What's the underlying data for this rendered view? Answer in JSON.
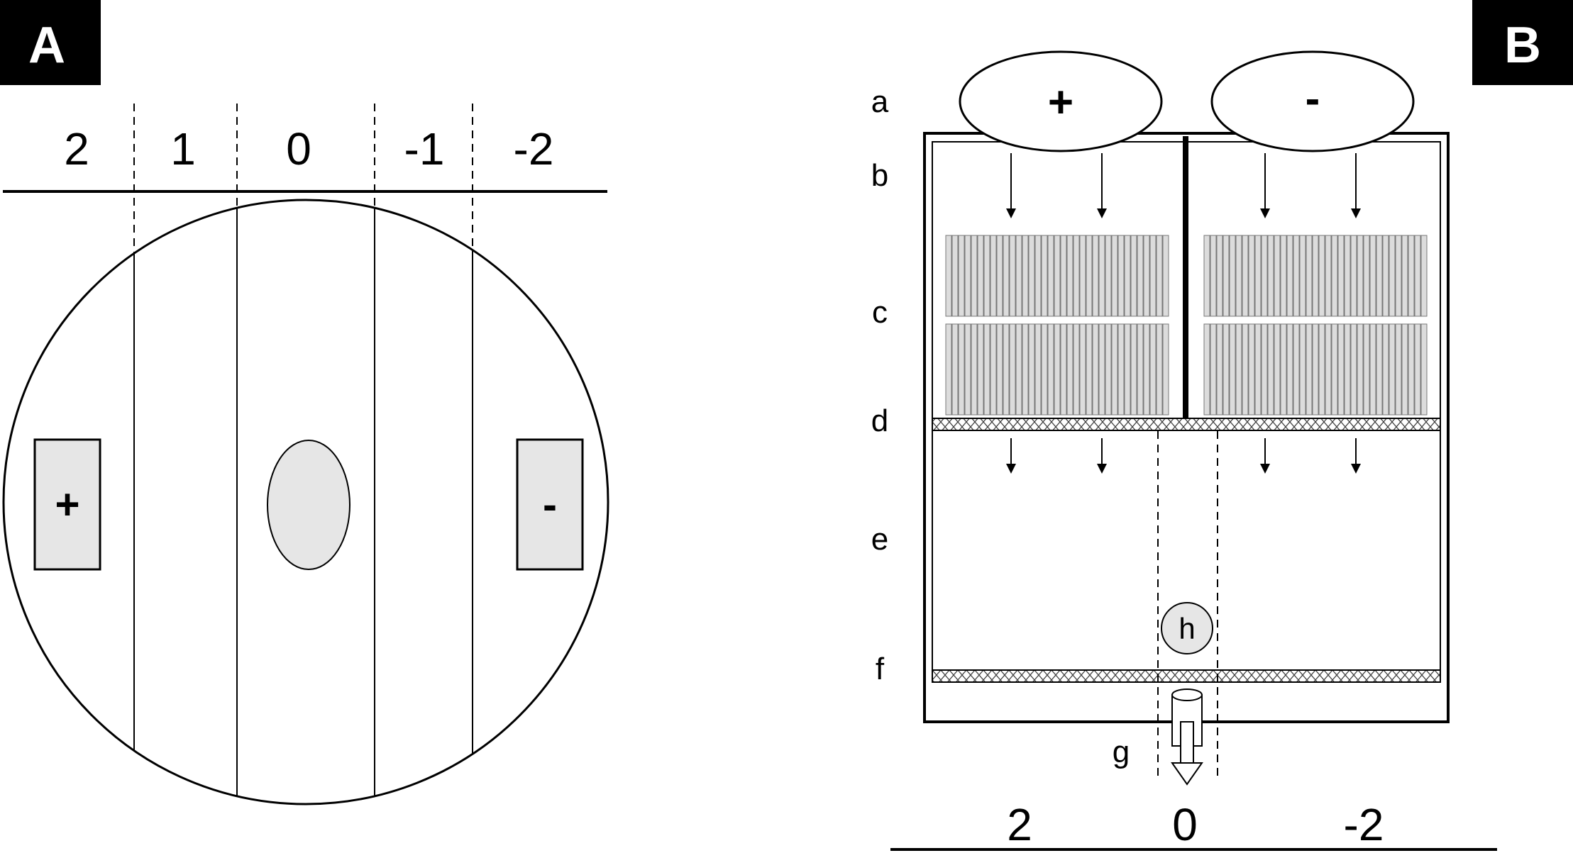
{
  "panels": {
    "a": {
      "tag": "A"
    },
    "b": {
      "tag": "B"
    }
  },
  "panel_a": {
    "scale": [
      "2",
      "1",
      "0",
      "-1",
      "-2"
    ],
    "anode_sign": "+",
    "cathode_sign": "-"
  },
  "panel_b": {
    "row_labels": [
      "a",
      "b",
      "c",
      "d",
      "e",
      "f",
      "g"
    ],
    "anode_sign": "+",
    "cathode_sign": "-",
    "sample_label": "h",
    "scale": [
      "2",
      "0",
      "-2"
    ]
  },
  "colors": {
    "ink": "#000000",
    "fill_gray": "#e6e6e6",
    "tube_gray": "#dcdcdc",
    "tag_bg": "#000000",
    "tag_text": "#ffffff"
  }
}
